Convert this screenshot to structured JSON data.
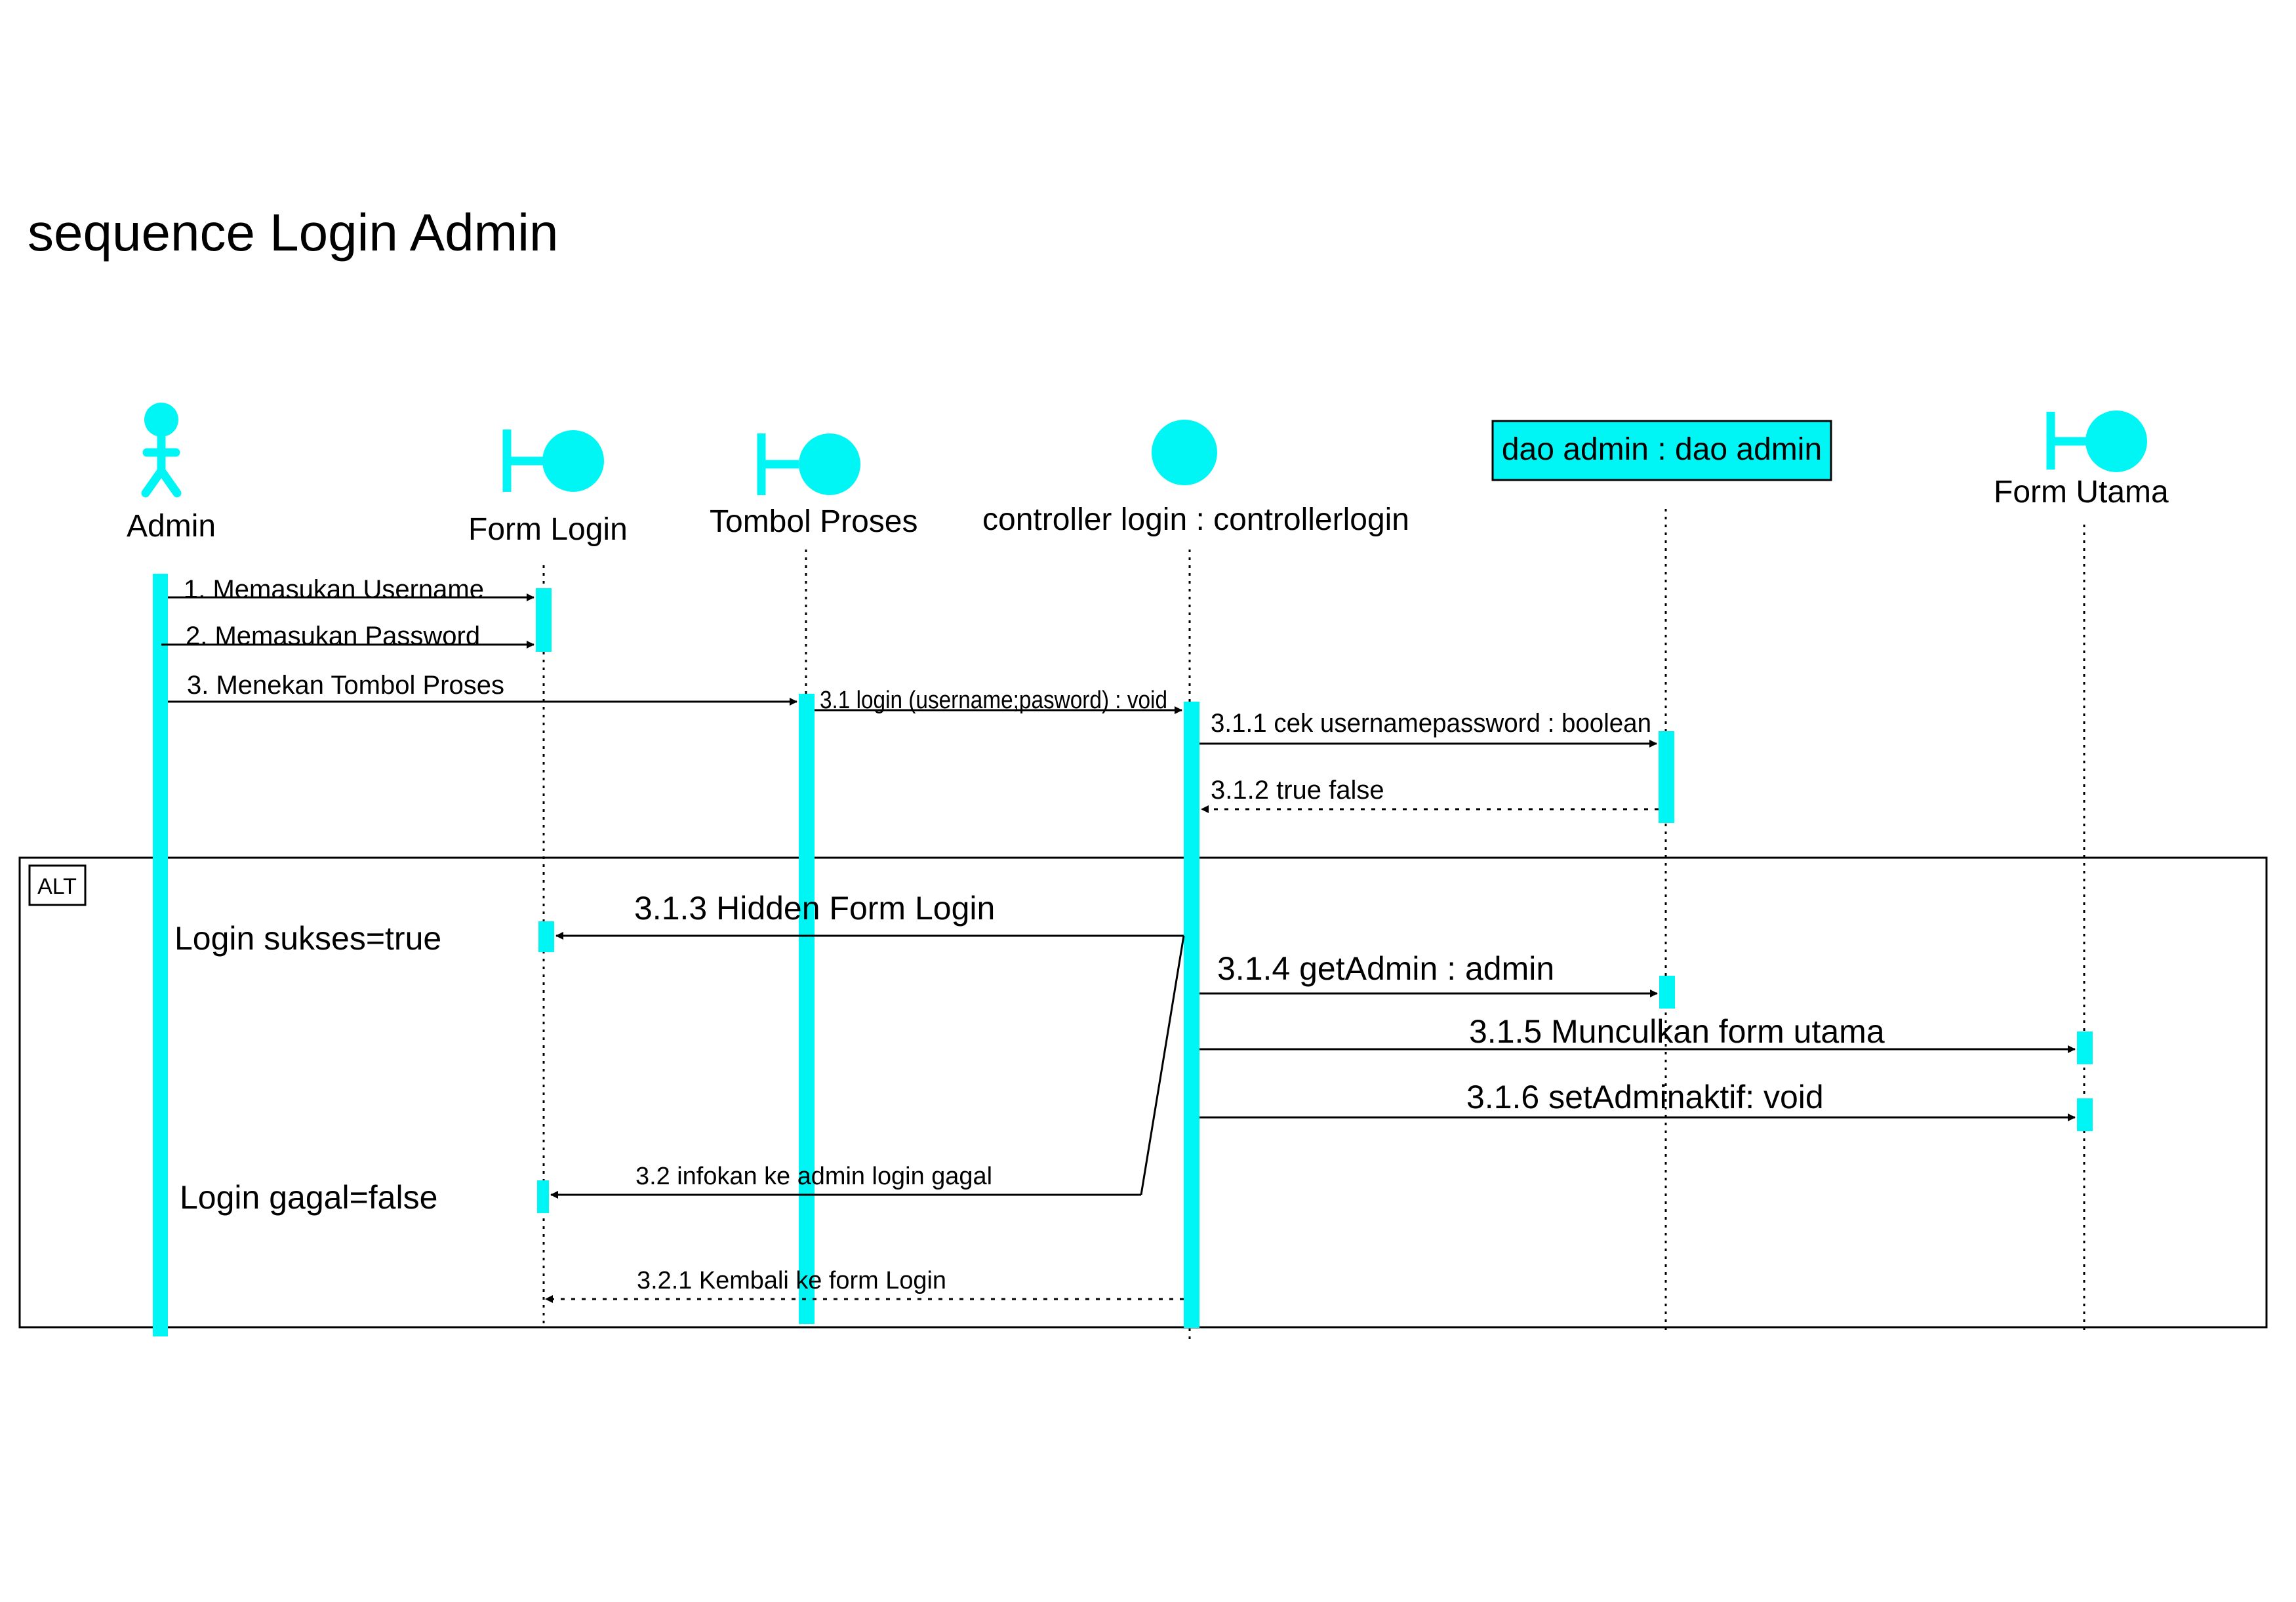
{
  "title": "sequence Login Admin",
  "colors": {
    "accent": "#00f5f5",
    "line": "#000000",
    "background": "#ffffff"
  },
  "participants": [
    {
      "id": "admin",
      "label": "Admin",
      "kind": "actor"
    },
    {
      "id": "form_login",
      "label": "Form Login",
      "kind": "boundary"
    },
    {
      "id": "tombol",
      "label": "Tombol Proses",
      "kind": "boundary"
    },
    {
      "id": "controller",
      "label": "controller login : controllerlogin",
      "kind": "control"
    },
    {
      "id": "dao",
      "label": "dao admin : dao admin",
      "kind": "entity"
    },
    {
      "id": "form_utama",
      "label": "Form Utama",
      "kind": "boundary"
    }
  ],
  "messages": [
    {
      "id": "m1",
      "label": "1. Memasukan Username",
      "from": "admin",
      "to": "form_login",
      "type": "sync"
    },
    {
      "id": "m2",
      "label": "2. Memasukan Password",
      "from": "admin",
      "to": "form_login",
      "type": "sync"
    },
    {
      "id": "m3",
      "label": "3. Menekan Tombol Proses",
      "from": "admin",
      "to": "tombol",
      "type": "sync"
    },
    {
      "id": "m31",
      "label": "3.1 login (username;pasword) : void",
      "from": "tombol",
      "to": "controller",
      "type": "sync"
    },
    {
      "id": "m311",
      "label": "3.1.1 cek usernamepassword : boolean",
      "from": "controller",
      "to": "dao",
      "type": "sync"
    },
    {
      "id": "m312",
      "label": "3.1.2 true false",
      "from": "dao",
      "to": "controller",
      "type": "return"
    },
    {
      "id": "m313",
      "label": "3.1.3 Hidden Form Login",
      "from": "controller",
      "to": "form_login",
      "type": "sync"
    },
    {
      "id": "m314",
      "label": "3.1.4 getAdmin : admin",
      "from": "controller",
      "to": "dao",
      "type": "sync"
    },
    {
      "id": "m315",
      "label": "3.1.5 Munculkan form utama",
      "from": "controller",
      "to": "form_utama",
      "type": "sync"
    },
    {
      "id": "m316",
      "label": "3.1.6 setAdminaktif: void",
      "from": "controller",
      "to": "form_utama",
      "type": "sync"
    },
    {
      "id": "m32",
      "label": "3.2 infokan ke admin login gagal",
      "from": "controller",
      "to": "form_login",
      "type": "sync"
    },
    {
      "id": "m321",
      "label": "3.2.1 Kembali ke form Login",
      "from": "controller",
      "to": "form_login",
      "type": "return"
    }
  ],
  "alt_fragment": {
    "label": "ALT",
    "guards": [
      "Login sukses=true",
      "Login gagal=false"
    ]
  }
}
